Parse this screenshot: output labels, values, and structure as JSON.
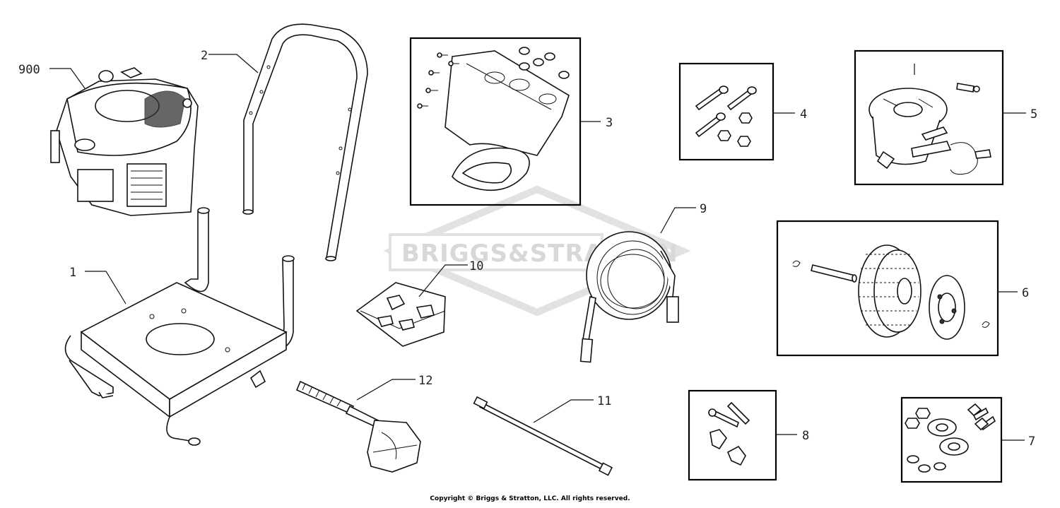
{
  "watermark": {
    "text": "BRIGGS&STRATTON"
  },
  "callouts": {
    "c900": "900",
    "c1": "1",
    "c2": "2",
    "c3": "3",
    "c4": "4",
    "c5": "5",
    "c6": "6",
    "c7": "7",
    "c8": "8",
    "c9": "9",
    "c10": "10",
    "c11": "11",
    "c12": "12"
  },
  "footer": {
    "copyright": "Copyright © Briggs & Stratton, LLC. All rights reserved."
  },
  "colors": {
    "line": "#111111",
    "watermark": "#d8d8d8",
    "background": "#ffffff"
  }
}
